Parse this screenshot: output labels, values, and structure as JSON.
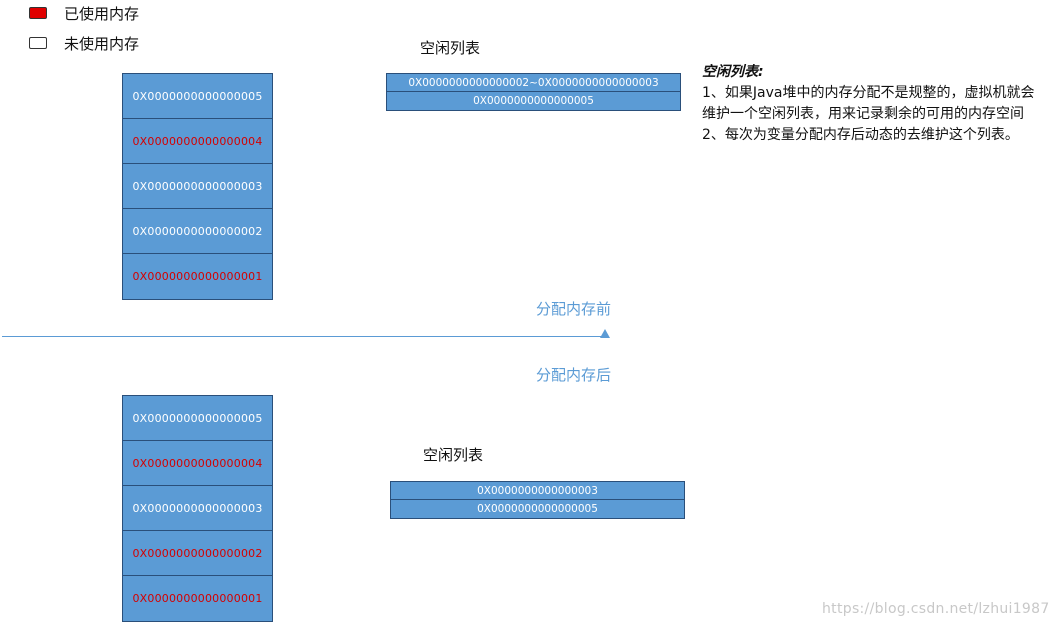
{
  "legend": {
    "used_label": "已使用内存",
    "unused_label": "未使用内存",
    "used_color": "#e00000",
    "unused_color": "#ffffff"
  },
  "colors": {
    "block": "#5b9bd5",
    "used_text": "#d40000",
    "free_text": "#ffffff",
    "accent": "#5b9bd5"
  },
  "before": {
    "memory": [
      {
        "address": "0X0000000000000005",
        "used": false
      },
      {
        "address": "0X0000000000000004",
        "used": true
      },
      {
        "address": "0X0000000000000003",
        "used": false
      },
      {
        "address": "0X0000000000000002",
        "used": false
      },
      {
        "address": "0X0000000000000001",
        "used": true
      }
    ],
    "free_list_title": "空闲列表",
    "free_list": [
      "0X0000000000000002~0X0000000000000003",
      "0X0000000000000005"
    ]
  },
  "after": {
    "memory": [
      {
        "address": "0X0000000000000005",
        "used": false
      },
      {
        "address": "0X0000000000000004",
        "used": true
      },
      {
        "address": "0X0000000000000003",
        "used": false
      },
      {
        "address": "0X0000000000000002",
        "used": true
      },
      {
        "address": "0X0000000000000001",
        "used": true
      }
    ],
    "free_list_title": "空闲列表",
    "free_list": [
      "0X0000000000000003",
      "0X0000000000000005"
    ]
  },
  "phases": {
    "before_label": "分配内存前",
    "after_label": "分配内存后"
  },
  "notes": {
    "title": "空闲列表:",
    "line1": "1、如果Java堆中的内存分配不是规整的，虚拟机就会维护一个空闲列表，用来记录剩余的可用的内存空间",
    "line2": "2、每次为变量分配内存后动态的去维护这个列表。"
  },
  "watermark": "https://blog.csdn.net/lzhui1987"
}
